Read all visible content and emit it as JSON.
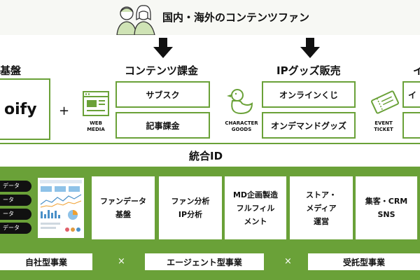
{
  "header": {
    "fans_label": "国内・海外のコンテンツファン"
  },
  "left": {
    "title": "基盤",
    "box_text": "oify",
    "plus": "+"
  },
  "web_media": {
    "caption_line1": "WEB",
    "caption_line2": "MEDIA"
  },
  "contents_billing": {
    "title": "コンテンツ課金",
    "items": [
      "サブスク",
      "記事課金"
    ]
  },
  "character_goods": {
    "caption_line1": "CHARACTER",
    "caption_line2": "GOODS"
  },
  "ip_goods": {
    "title": "IPグッズ販売",
    "items": [
      "オンラインくじ",
      "オンデマンドグッズ"
    ]
  },
  "event_ticket": {
    "caption_line1": "EVENT",
    "caption_line2": "TICKET"
  },
  "right_partial": {
    "title_fragment": "イ",
    "box1_fragment": "イ"
  },
  "unified_id": "統合ID",
  "database_rows": [
    "データ",
    "ータ",
    "ータ",
    "データ"
  ],
  "service_panels": [
    {
      "line1": "ファンデータ",
      "line2": "基盤",
      "line3": ""
    },
    {
      "line1": "ファン分析",
      "line2": "IP分析",
      "line3": ""
    },
    {
      "line1": "MD企画製造",
      "line2": "フルフィル",
      "line3": "メント"
    },
    {
      "line1": "ストア・",
      "line2": "メディア",
      "line3": "運営"
    },
    {
      "line1": "集客・CRM",
      "line2": "SNS",
      "line3": ""
    }
  ],
  "business_models": [
    "自社型事業",
    "エージェント型事業",
    "受託型事業"
  ],
  "separator": "×",
  "colors": {
    "accent_green": "#6aa138",
    "text": "#111111",
    "background": "#ffffff"
  }
}
